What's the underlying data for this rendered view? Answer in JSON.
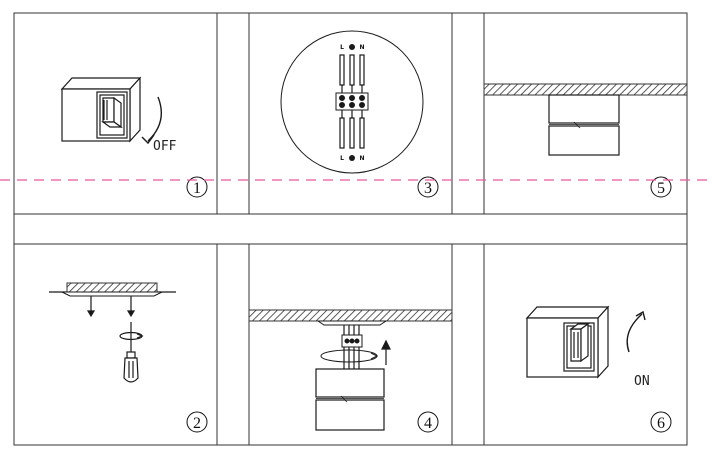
{
  "panels": [
    {
      "id": 1,
      "number": "1",
      "label": "OFF"
    },
    {
      "id": 2,
      "number": "2"
    },
    {
      "id": 3,
      "number": "3",
      "terminal_labels": [
        "L",
        "N"
      ]
    },
    {
      "id": 4,
      "number": "4"
    },
    {
      "id": 5,
      "number": "5"
    },
    {
      "id": 6,
      "number": "6",
      "label": "ON"
    }
  ],
  "colors": {
    "line": "#1a1a1a",
    "frame": "#333333",
    "cut_line": "#e8589c",
    "background": "#ffffff"
  },
  "icons": {
    "switch": "wall-switch-icon",
    "rotate_arrow": "curved-arrow-icon",
    "screwdriver": "screwdriver-icon",
    "wiring": "terminal-block-icon",
    "ceiling": "ceiling-hatch-icon",
    "lamp": "cylinder-lamp-icon"
  }
}
